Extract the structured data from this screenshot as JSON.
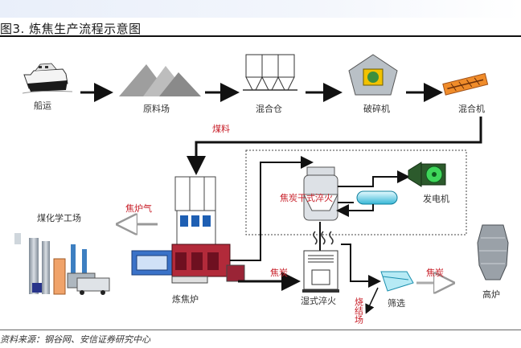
{
  "title": "图3. 炼焦生产流程示意图",
  "source": "资料来源：钢谷网、安信证券研究中心",
  "nodes": {
    "ship": "船运",
    "raw_yard": "原料场",
    "mix_bin": "混合仓",
    "crusher": "破碎机",
    "mixer": "混合机",
    "coal": "煤料",
    "coke_oven_gas": "焦炉气",
    "chem_plant": "煤化学工场",
    "coke_oven": "炼焦炉",
    "dry_quench": "焦炭干式淬火",
    "generator": "发电机",
    "coke_1": "焦炭",
    "wet_quench": "湿式淬火",
    "sinter_yard": "烧结场",
    "screening": "筛选",
    "coke_2": "焦炭",
    "blast_furnace": "高炉"
  }
}
